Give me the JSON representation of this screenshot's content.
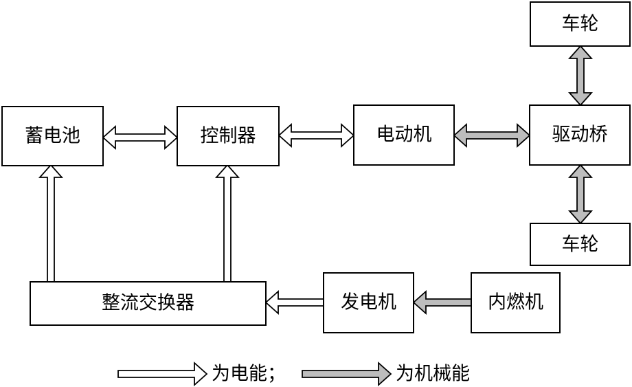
{
  "colors": {
    "electric_fill": "#ffffff",
    "mechanical_fill": "#bdbdbd",
    "stroke": "#000000"
  },
  "nodes": {
    "battery": "蓄电池",
    "controller": "控制器",
    "motor": "电动机",
    "drive_axle": "驱动桥",
    "wheel_top": "车轮",
    "wheel_bottom": "车轮",
    "rectifier": "整流交换器",
    "generator": "发电机",
    "engine": "内燃机"
  },
  "connections": [
    {
      "from": "battery",
      "to": "controller",
      "kind": "electric",
      "direction": "both"
    },
    {
      "from": "controller",
      "to": "motor",
      "kind": "electric",
      "direction": "both"
    },
    {
      "from": "motor",
      "to": "drive_axle",
      "kind": "mechanical",
      "direction": "both"
    },
    {
      "from": "drive_axle",
      "to": "wheel_top",
      "kind": "mechanical",
      "direction": "both"
    },
    {
      "from": "drive_axle",
      "to": "wheel_bottom",
      "kind": "mechanical",
      "direction": "both"
    },
    {
      "from": "rectifier",
      "to": "battery",
      "kind": "electric",
      "direction": "forward"
    },
    {
      "from": "rectifier",
      "to": "controller",
      "kind": "electric",
      "direction": "forward"
    },
    {
      "from": "generator",
      "to": "rectifier",
      "kind": "electric",
      "direction": "forward"
    },
    {
      "from": "engine",
      "to": "generator",
      "kind": "mechanical",
      "direction": "forward"
    }
  ],
  "legend": {
    "electric_label": "为电能；",
    "mechanical_label": "为机械能"
  }
}
